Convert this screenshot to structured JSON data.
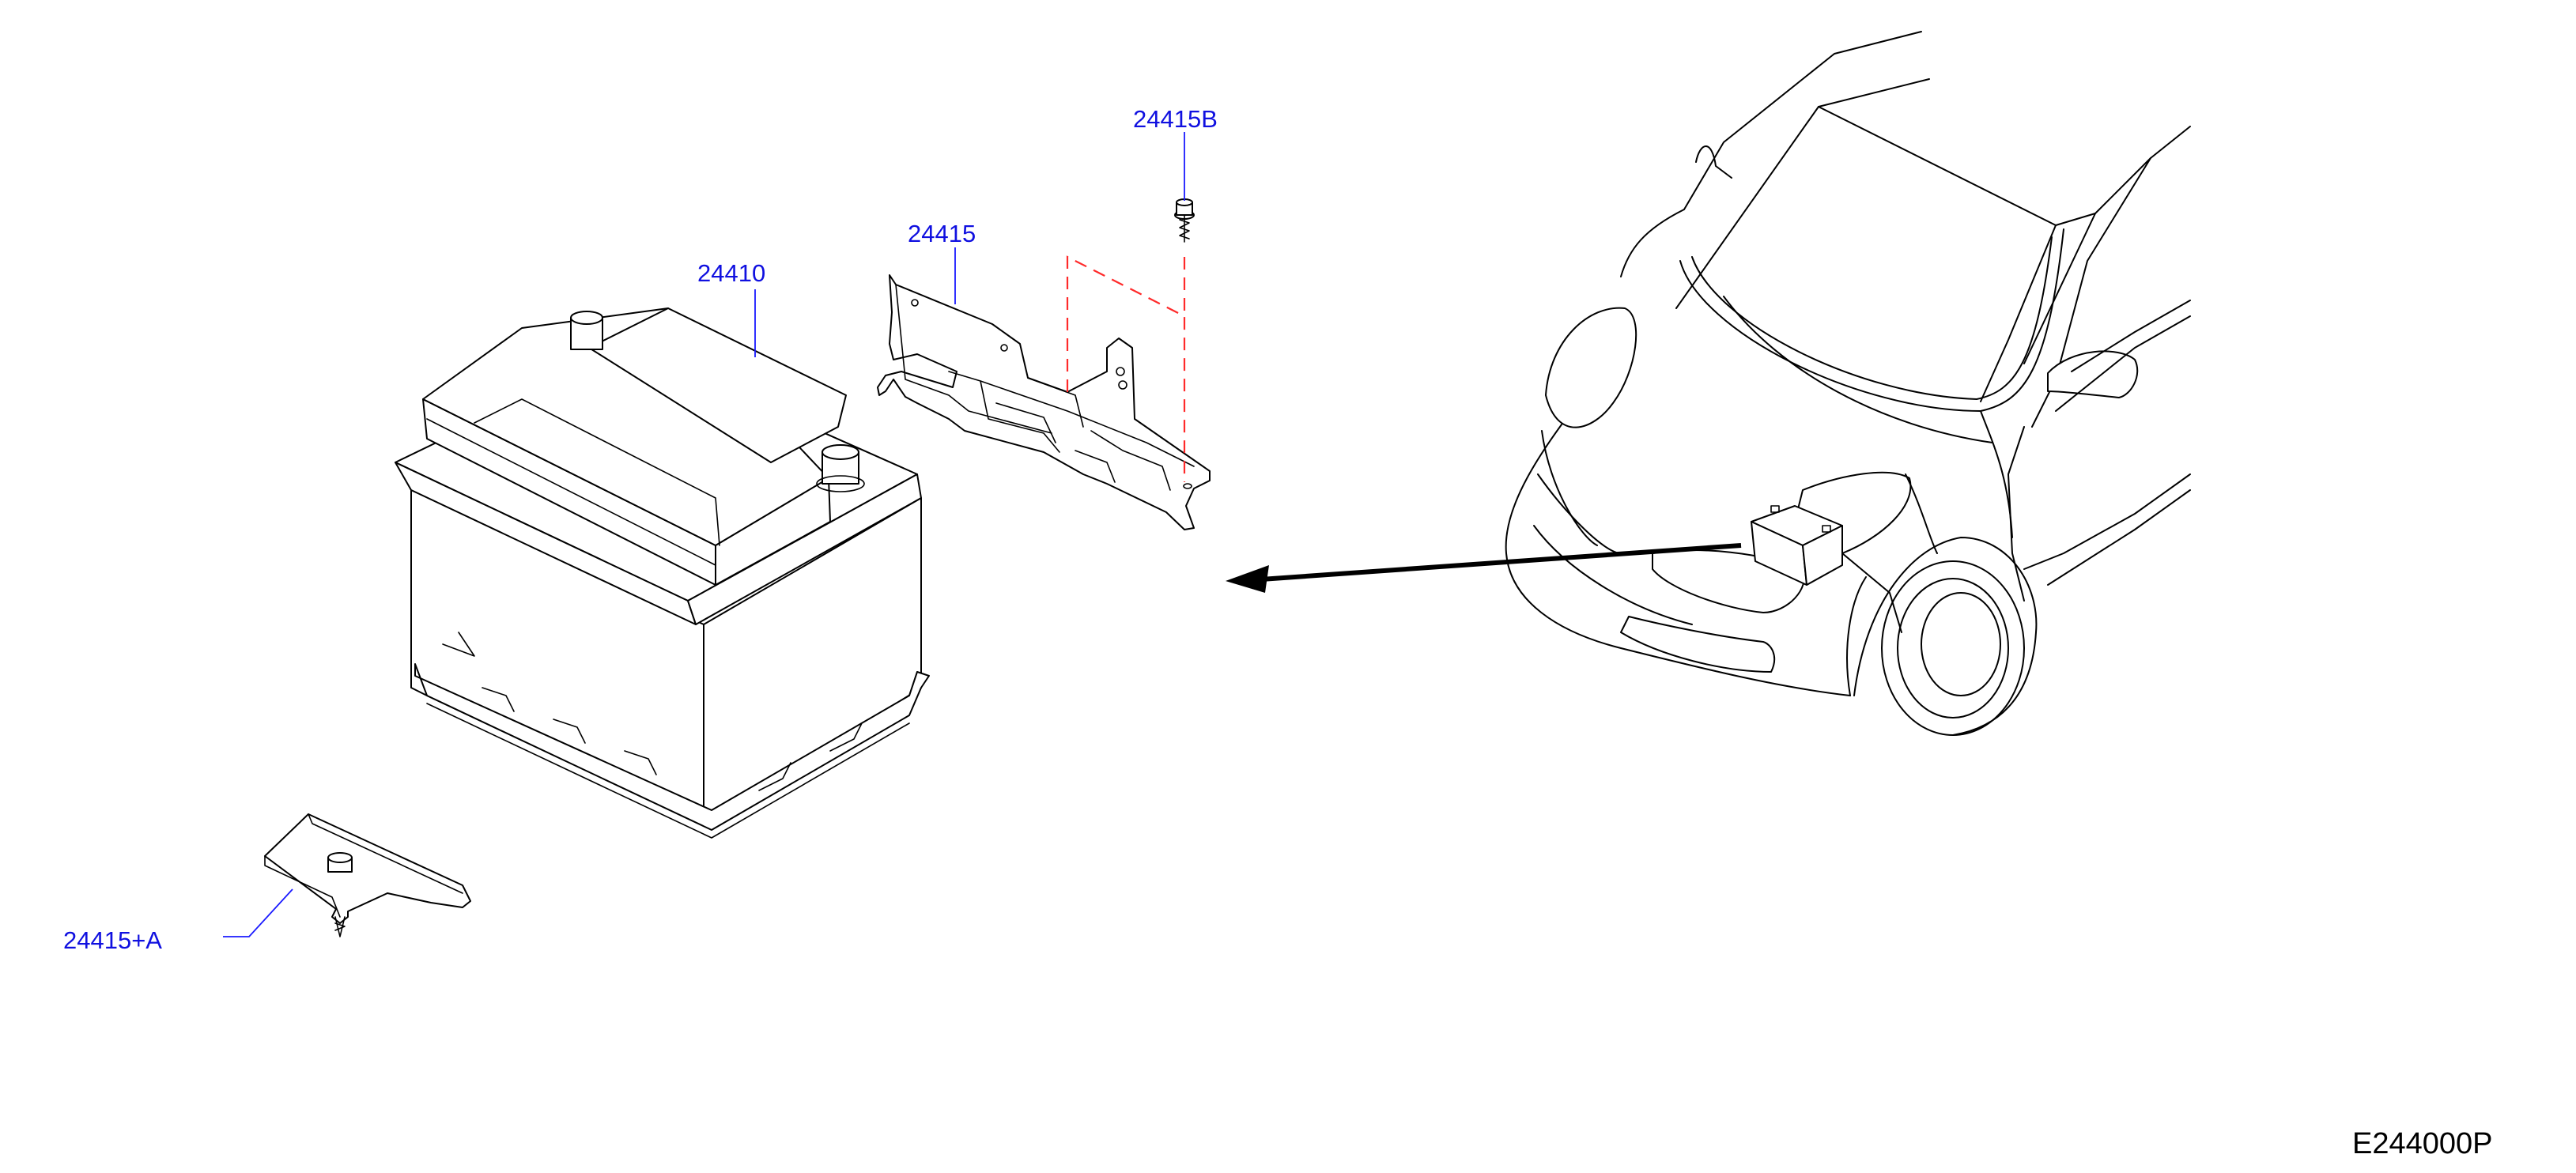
{
  "callouts": {
    "battery": "24410",
    "frame": "24415",
    "bolt": "24415B",
    "clamp": "24415+A"
  },
  "figure_code": "E244000P",
  "colors": {
    "callout_text": "#1010e0",
    "leader_line": "#1a1aff",
    "dashed_guide": "#ff2a2a",
    "linework": "#000000",
    "background": "#ffffff"
  }
}
